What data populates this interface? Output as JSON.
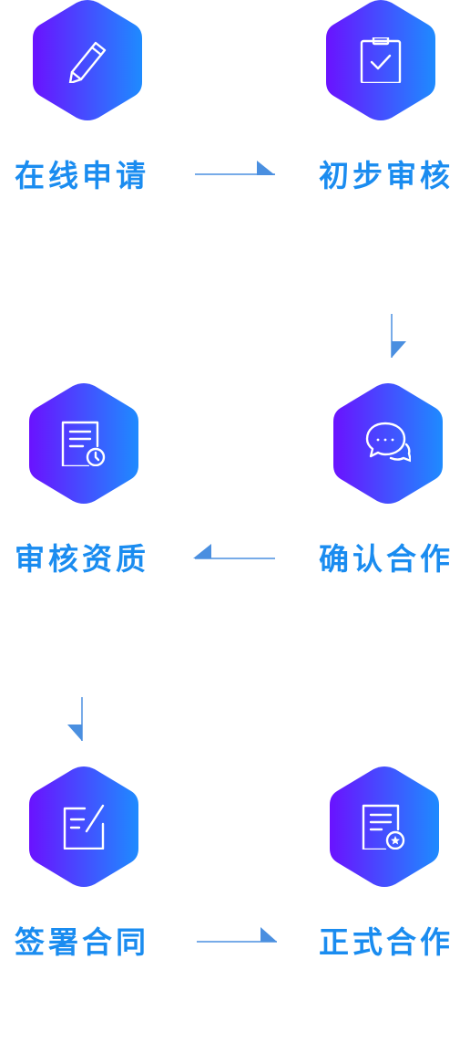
{
  "colors": {
    "hex_gradient_start": "#6a12ff",
    "hex_gradient_end": "#1e8bff",
    "label": "#1a8cf0",
    "arrow": "#4a8fe0"
  },
  "steps": [
    {
      "label": "在线申请",
      "icon": "pencil-icon"
    },
    {
      "label": "初步审核",
      "icon": "clipboard-check-icon"
    },
    {
      "label": "确认合作",
      "icon": "chat-bubbles-icon"
    },
    {
      "label": "审核资质",
      "icon": "document-clock-icon"
    },
    {
      "label": "签署合同",
      "icon": "sign-document-icon"
    },
    {
      "label": "正式合作",
      "icon": "certificate-icon"
    }
  ]
}
